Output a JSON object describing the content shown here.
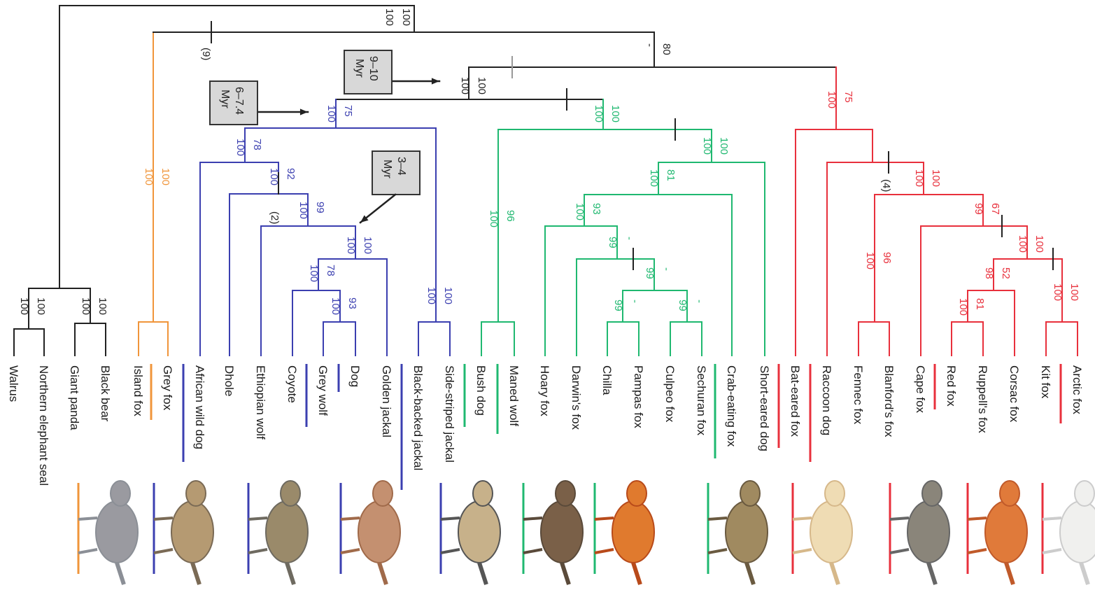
{
  "colors": {
    "outgroup": "#222222",
    "grey_fox": "#f0953a",
    "wolf_like": "#3b3fb0",
    "south_american": "#1fb870",
    "red_fox_like": "#e8303c",
    "box_fill": "#d8d8d8"
  },
  "taxa": [
    "Walrus",
    "Northern elephant seal",
    "Giant panda",
    "Black bear",
    "Island fox",
    "Grey fox",
    "African wild dog",
    "Dhole",
    "Ethiopian wolf",
    "Coyote",
    "Grey wolf",
    "Dog",
    "Golden jackal",
    "Black-backed jackal",
    "Side-striped jackal",
    "Bush dog",
    "Maned wolf",
    "Hoary fox",
    "Darwin's fox",
    "Chilla",
    "Pampas fox",
    "Culpeo fox",
    "Sechuran fox",
    "Crab-eating fox",
    "Short-eared dog",
    "Bat-eared fox",
    "Raccoon dog",
    "Fennec fox",
    "Blanford's fox",
    "Cape fox",
    "Red fox",
    "Ruppell's fox",
    "Corsac fox",
    "Kit fox",
    "Arctic fox"
  ],
  "support": {
    "root": [
      "100",
      "100"
    ],
    "outgroup_left": [
      "100",
      "100"
    ],
    "outgroup_right": [
      "100",
      "100"
    ],
    "canid_root_tick": "(9)",
    "grey_fox": [
      "100",
      "100"
    ],
    "crown": [
      "-",
      "80"
    ],
    "wolf_south": [
      "100",
      "100"
    ],
    "south_american": [
      "100",
      "100"
    ],
    "wolf_like": [
      "100",
      "75"
    ],
    "wolf_core": [
      "100",
      "78"
    ],
    "dhole_plus": [
      "100",
      "92"
    ],
    "dhole_tick": "(2)",
    "ethiopian_plus": [
      "100",
      "99"
    ],
    "coyote_group": [
      "100",
      "100"
    ],
    "coyote_wolf": [
      "100",
      "78"
    ],
    "wolf_dog": [
      "100",
      "93"
    ],
    "jackals": [
      "100",
      "100"
    ],
    "sa_split": [
      "100",
      "100"
    ],
    "bush_maned": [
      "100",
      "96"
    ],
    "sa_core": [
      "100",
      "81"
    ],
    "hoary_group": [
      "100",
      "93"
    ],
    "darwin_group": [
      "99",
      "-"
    ],
    "chilla_group": [
      "99",
      "-"
    ],
    "chilla_pampas": [
      "99",
      "-"
    ],
    "culpeo_sechuran": [
      "99",
      "-"
    ],
    "red_fox_like": [
      "100",
      "75"
    ],
    "vulpes_plus": [
      "100",
      "100"
    ],
    "vulpes_tick": "(4)",
    "fennec_blanford": [
      "100",
      "96"
    ],
    "vulpes_core": [
      "99",
      "67"
    ],
    "vulpes_inner": [
      "100",
      "100"
    ],
    "red_ruppell_corsac": [
      "98",
      "52"
    ],
    "red_ruppell": [
      "100",
      "81"
    ],
    "kit_arctic": [
      "100",
      "100"
    ]
  },
  "time_boxes": {
    "a": "9–10 Myr",
    "b": "6–7.4 Myr",
    "c": "3–4 Myr"
  }
}
